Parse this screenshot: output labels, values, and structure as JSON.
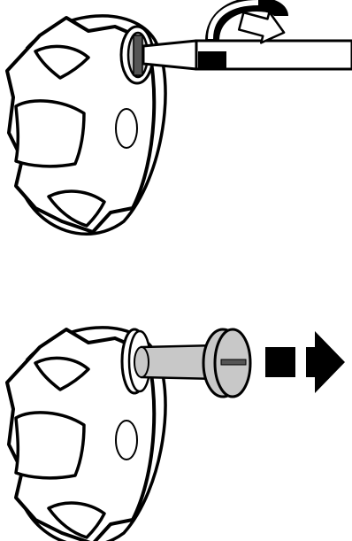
{
  "figure": {
    "panels": [
      {
        "id": "step-1",
        "action": "rotate-counterclockwise",
        "tool": "flat-screwdriver"
      },
      {
        "id": "step-2",
        "action": "pull-out",
        "part": "pin"
      }
    ],
    "colors": {
      "line": "#000000",
      "fill": "#ffffff",
      "part": "#c8c8c8",
      "slot": "#555555"
    },
    "icons": [
      "knob-icon",
      "screwdriver-icon",
      "rotate-arrow-icon",
      "pin-icon",
      "pull-arrow-icon"
    ]
  }
}
